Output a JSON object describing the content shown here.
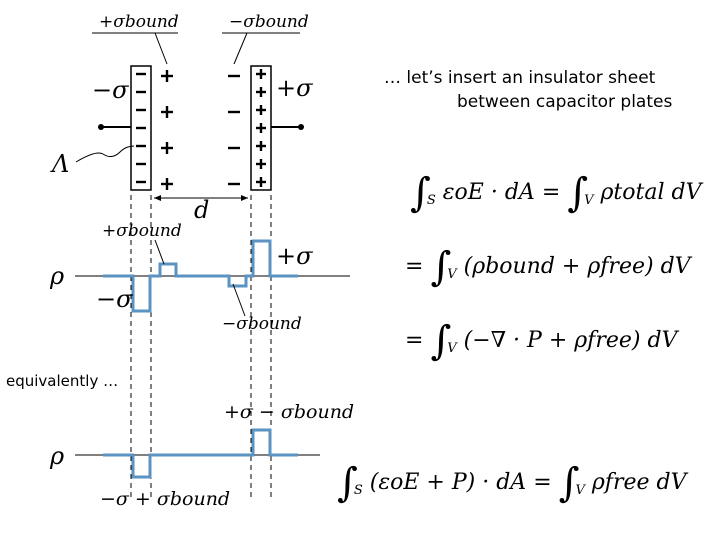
{
  "notes": {
    "insert_line1": "… let’s insert an insulator sheet",
    "insert_line2": "between capacitor plates",
    "equivalently": "equivalently …"
  },
  "labels": {
    "plus_sigma_bound": "+σbound",
    "minus_sigma_bound": "−σbound",
    "minus_sigma": "−σ",
    "plus_sigma": "+σ",
    "lambda": "Λ",
    "d": "d",
    "rho": "ρ",
    "plus_sigma_minus_bound": "+σ − σbound",
    "minus_sigma_plus_bound": "−σ + σbound"
  },
  "equations": {
    "eq1_lhs": "εoE · dA",
    "eq1_rhs": "ρtotal dV",
    "eq2": "(ρbound + ρfree) dV",
    "eq3": "(−∇ · P + ρfree) dV",
    "eq4_lhs": "(εoE + P) · dA",
    "eq4_rhs": "ρfree dV"
  },
  "colors": {
    "profile": "#5b93c2",
    "ink": "#000000"
  }
}
